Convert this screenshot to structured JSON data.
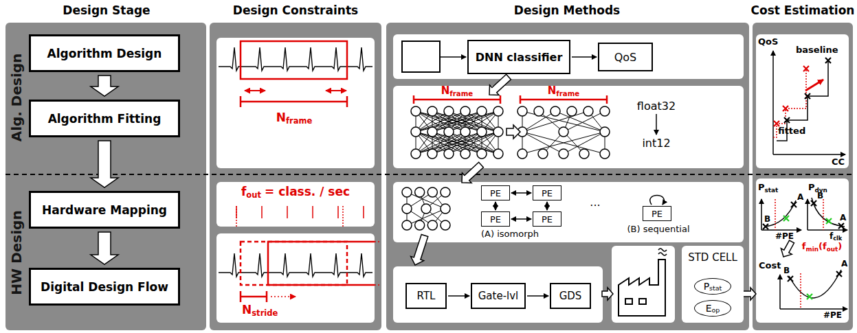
{
  "diagram": {
    "nodes": [
      {
        "text": [
          "Algorithm Design"
        ]
      },
      {
        "text": [
          "Algorithm Fitting"
        ]
      },
      {
        "text": [
          "Hardware Mapping"
        ]
      },
      {
        "text": [
          "Digital Design Flow"
        ]
      },
      {
        "text": [
          "DNN classifier"
        ]
      },
      {
        "text": [
          "QoS"
        ]
      },
      {
        "text": [
          "PE"
        ]
      },
      {
        "text": [
          "PE"
        ]
      },
      {
        "text": [
          "PE"
        ]
      },
      {
        "text": [
          "PE"
        ]
      },
      {
        "text": [
          "PE"
        ]
      },
      {
        "text": [
          "RTL"
        ]
      },
      {
        "text": [
          "Gate-lvl"
        ]
      },
      {
        "text": [
          "GDS"
        ]
      },
      {
        "text": [
          "STD CELL"
        ]
      },
      {
        "text": [
          "P",
          "stat"
        ],
        "in": 14
      },
      {
        "text": [
          "E",
          "op"
        ],
        "in": 14
      }
    ],
    "edges": [
      {
        "from": 0,
        "to": 1,
        "arrow": "to"
      },
      {
        "from": 1,
        "to": 2,
        "arrow": "to"
      },
      {
        "from": 2,
        "to": 3,
        "arrow": "to"
      },
      {
        "from": 4,
        "to": 5,
        "arrow": "to"
      },
      {
        "from": 6,
        "to": 7,
        "arrow": "both"
      },
      {
        "from": 8,
        "to": 9,
        "arrow": "both"
      },
      {
        "from": 6,
        "to": 8,
        "arrow": "both"
      },
      {
        "from": 7,
        "to": 9,
        "arrow": "both"
      },
      {
        "from": 11,
        "to": 12,
        "arrow": "to"
      },
      {
        "from": 12,
        "to": 13,
        "arrow": "to"
      }
    ],
    "labels": [
      "Design Stage",
      "Design Constraints",
      "Design Methods",
      "Cost Estimation",
      "Alg. Design",
      "HW Design",
      "N",
      "frame",
      "f",
      "out",
      "= class. / sec",
      "N",
      "stride",
      "N",
      "frame",
      "N",
      "frame",
      "float32",
      "int12",
      "...",
      "(A) isomorph",
      "(B) sequential",
      "QoS",
      "CC",
      "baseline",
      "fitted",
      "P",
      "stat",
      "#PE",
      "A",
      "B",
      "P",
      "dyn",
      "f",
      "clk",
      "B",
      "A",
      "f",
      "min",
      "(f",
      "out",
      ")",
      "Cost",
      "#PE",
      "A",
      "B"
    ]
  }
}
